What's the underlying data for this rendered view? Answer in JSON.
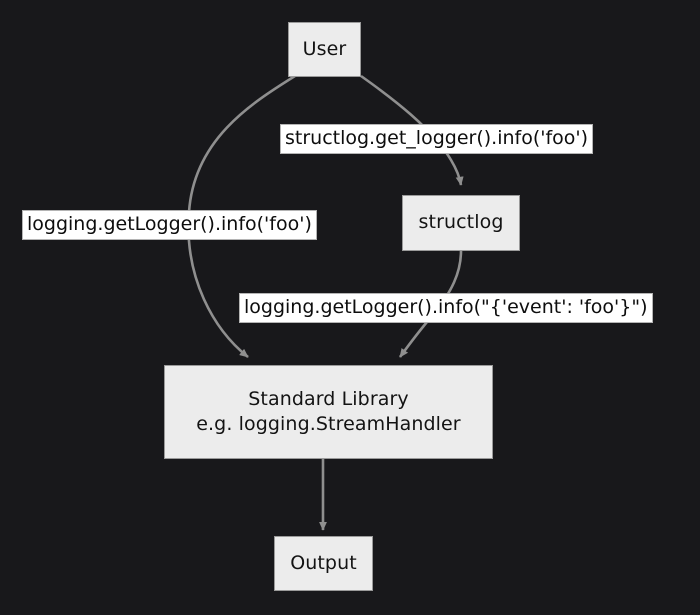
{
  "diagram": {
    "type": "flowchart",
    "direction": "top-down",
    "background_color": "#18181b",
    "node_fill_color": "#ececec",
    "node_border_color": "#9a9a9a",
    "node_text_color": "#131313",
    "edge_color": "#8f8f8f",
    "label_background_color": "#ffffff",
    "label_text_color": "#0d0d0d",
    "nodes": [
      {
        "id": "user",
        "label": "User"
      },
      {
        "id": "structlog",
        "label": "structlog"
      },
      {
        "id": "stdlib",
        "label_line1": "Standard Library",
        "label_line2": "e.g. logging.StreamHandler"
      },
      {
        "id": "output",
        "label": "Output"
      }
    ],
    "edges": [
      {
        "from": "user",
        "to": "stdlib",
        "label": "logging.getLogger().info('foo')"
      },
      {
        "from": "user",
        "to": "structlog",
        "label": "structlog.get_logger().info('foo')"
      },
      {
        "from": "structlog",
        "to": "stdlib",
        "label": "logging.getLogger().info(\"{'event': 'foo'}\")"
      },
      {
        "from": "stdlib",
        "to": "output",
        "label": ""
      }
    ]
  }
}
